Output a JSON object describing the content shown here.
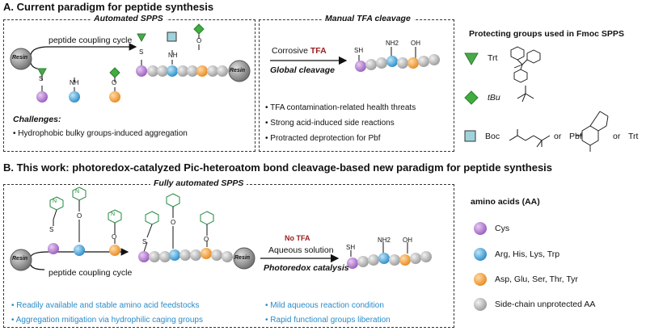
{
  "sectionA": {
    "title": "A. Current paradigm for peptide synthesis",
    "auto_tab": "Automated SPPS",
    "manual_tab": "Manual TFA cleavage",
    "cycle_label": "peptide coupling cycle",
    "resin": "Resin",
    "challenges_title": "Challenges:",
    "challenges": [
      "Hydrophobic bulky groups-induced aggregation"
    ],
    "corrosive_prefix": "Corrosive",
    "tfa": "TFA",
    "global_cleavage": "Global cleavage",
    "manual_bullets": [
      "TFA contamination-related health threats",
      "Strong acid-induced side reactions",
      "Protracted deprotection for Pbf"
    ]
  },
  "protecting": {
    "title": "Protecting groups used in Fmoc SPPS",
    "items": [
      {
        "label": "Trt"
      },
      {
        "label": "tBu"
      },
      {
        "label": "Boc",
        "or1": "or",
        "pbf": "Pbf",
        "or2": "or",
        "trt": "Trt"
      }
    ]
  },
  "sectionB": {
    "title": "B. This work: photoredox-catalyzed Pic-heteroatom bond cleavage-based new paradigm for peptide synthesis",
    "auto_tab": "Fully automated SPPS",
    "cycle_label": "peptide coupling cycle",
    "resin": "Resin",
    "no_tfa": "No TFA",
    "aqueous": "Aqueous solution",
    "photoredox": "Photoredox catalysis",
    "bullets_left": [
      "Readily available and stable amino acid feedstocks",
      "Aggregation mitigation via hydrophilic caging groups"
    ],
    "bullets_right": [
      "Mild aqueous reaction condition",
      "Rapid functional groups liberation"
    ]
  },
  "amino_acids": {
    "title": "amino acids (AA)",
    "items": [
      {
        "label": "Cys",
        "color": "#a970c8"
      },
      {
        "label": "Arg, His, Lys, Trp",
        "color": "#3aa0d8"
      },
      {
        "label": "Asp, Glu, Ser, Thr, Tyr",
        "color": "#f2a23a"
      },
      {
        "label": "Side-chain unprotected AA",
        "color": "#bdbdbd"
      }
    ]
  },
  "atoms": {
    "sh": "SH",
    "nh2": "NH2",
    "oh": "OH",
    "s": "S",
    "nh": "NH",
    "o": "O",
    "n": "N"
  },
  "colors": {
    "trt": "#4aa84a",
    "tbu": "#3fae3f",
    "boc": "#9fd3dc",
    "blue_text": "#2a8bc8",
    "tfa_red": "#9b1c1c"
  }
}
